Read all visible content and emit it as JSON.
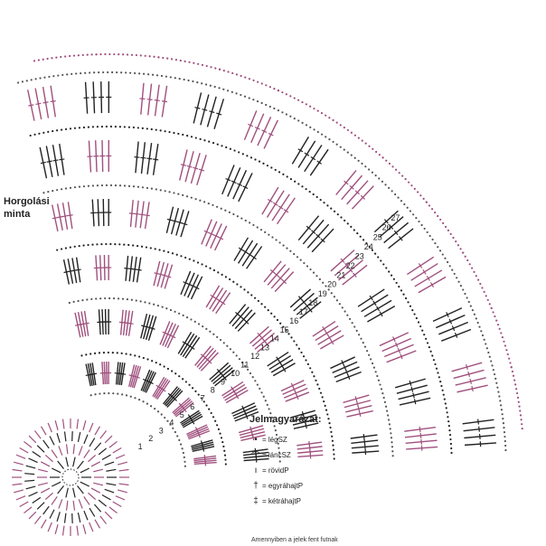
{
  "title": {
    "line1": "Horgolási",
    "line2": "minta"
  },
  "legend": {
    "heading": "Jelmagyarázat:",
    "items": [
      {
        "symbol": "dot",
        "label": "= légSZ"
      },
      {
        "symbol": "arc",
        "label": "= láncSZ"
      },
      {
        "symbol": "bar",
        "label": "= rövidP"
      },
      {
        "symbol": "cross1",
        "label": "= egyráhajtP"
      },
      {
        "symbol": "cross2",
        "label": "= kétráhajtP"
      }
    ]
  },
  "footnote": "Amennyiben a jelek fent futnak",
  "row_numbers": [
    "1",
    "2",
    "3",
    "4",
    "5",
    "6",
    "7",
    "8",
    "9",
    "10",
    "11",
    "12",
    "13",
    "14",
    "15",
    "16",
    "17",
    "18",
    "19",
    "20",
    "21",
    "22",
    "23",
    "24",
    "25",
    "26",
    "27"
  ],
  "colors": {
    "ink": "#222222",
    "accent": "#a0507e"
  }
}
